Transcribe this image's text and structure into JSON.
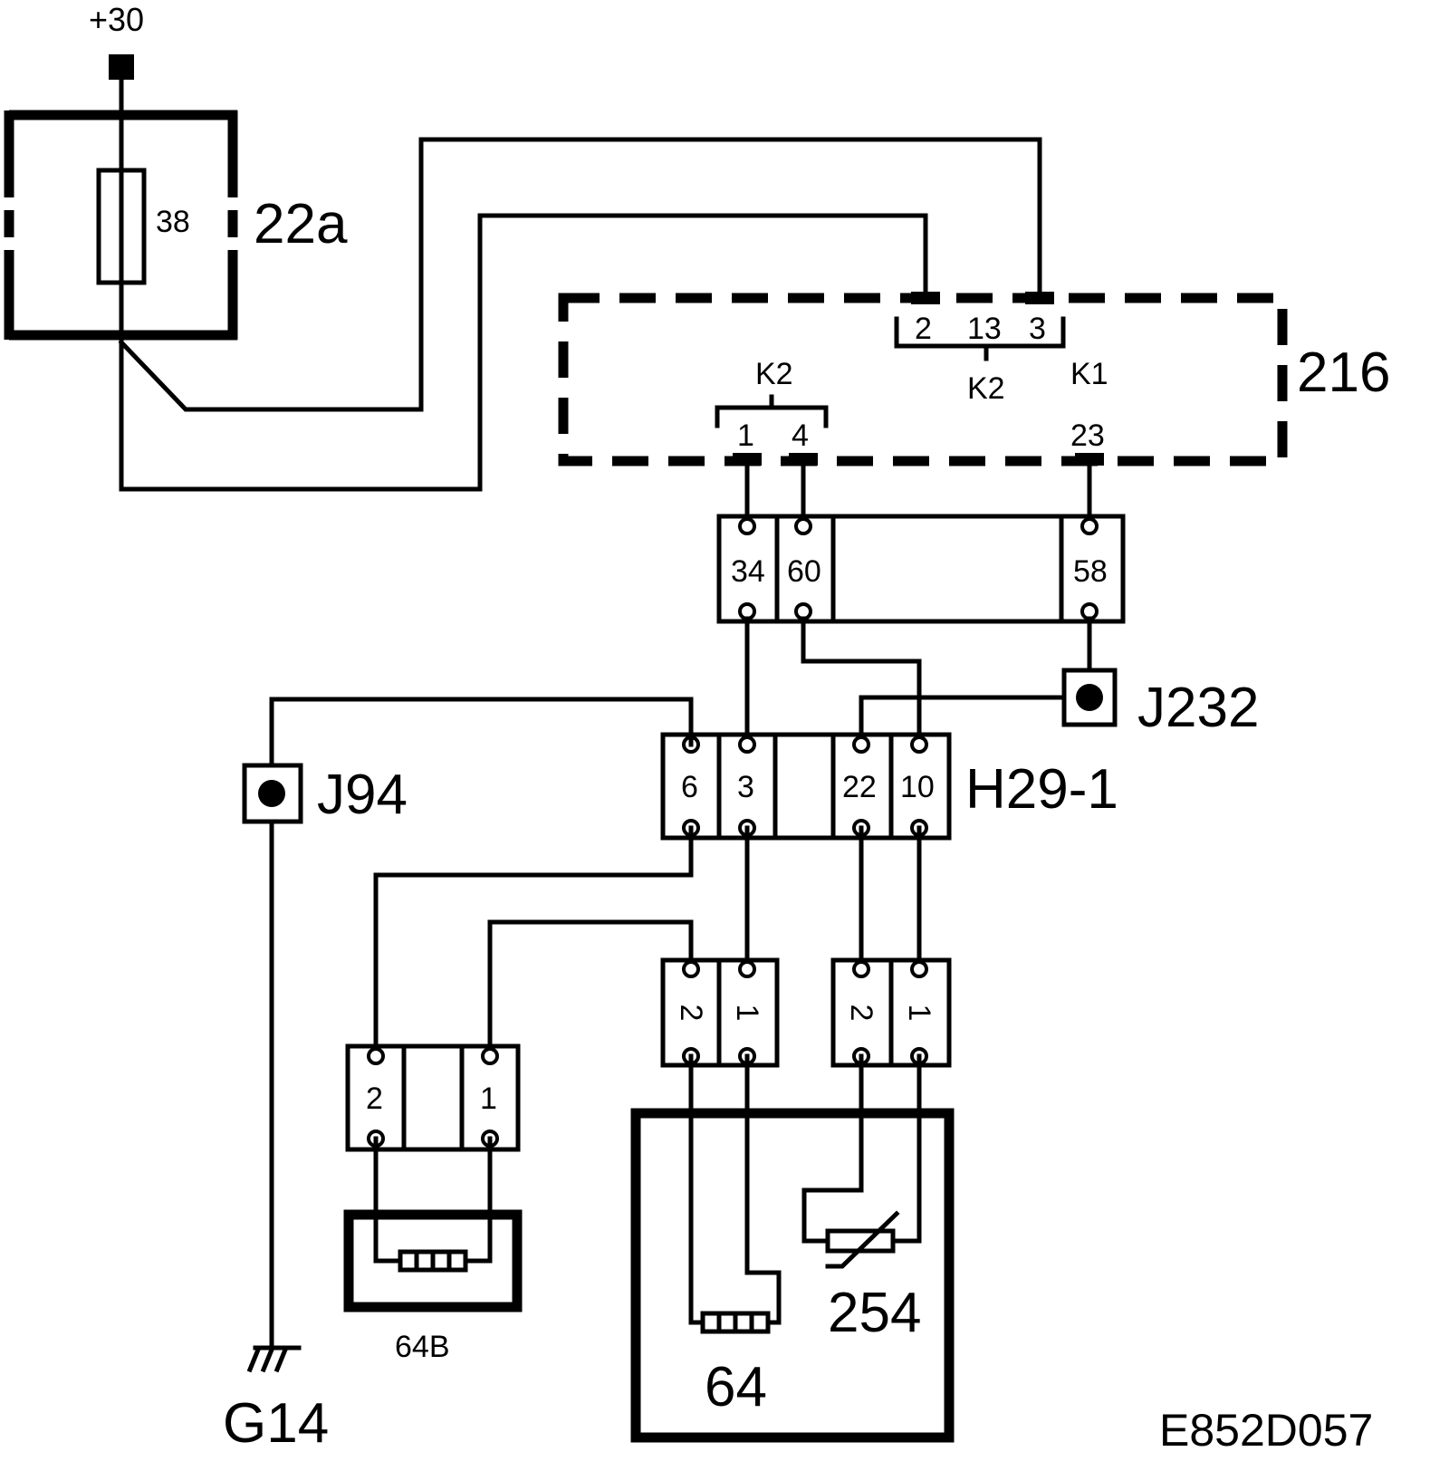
{
  "supply": {
    "label": "+30"
  },
  "fuse_box": {
    "id": "22a",
    "fuse": "38"
  },
  "control_module": {
    "id": "216",
    "top_pins": [
      "2",
      "13",
      "3"
    ],
    "top_group_label": "K2",
    "k1_label": "K1",
    "left_group_label": "K2",
    "left_pins": [
      "1",
      "4"
    ],
    "right_pin": "23"
  },
  "connector_upper": {
    "pins": [
      "34",
      "60",
      "58"
    ]
  },
  "junctions": {
    "j232": "J232",
    "j94": "J94"
  },
  "connector_h29": {
    "id": "H29-1",
    "pins": [
      "6",
      "3",
      "22",
      "10"
    ]
  },
  "connector_left": {
    "pins": [
      "2",
      "1"
    ]
  },
  "connector_mid": {
    "pins": [
      "2",
      "1"
    ]
  },
  "connector_right": {
    "pins": [
      "2",
      "1"
    ]
  },
  "components": {
    "c64b": "64B",
    "c64": "64",
    "c254": "254"
  },
  "ground": {
    "id": "G14"
  },
  "diagram_code": "E852D057",
  "colors": {
    "ink": "#000000",
    "paper": "#ffffff"
  }
}
